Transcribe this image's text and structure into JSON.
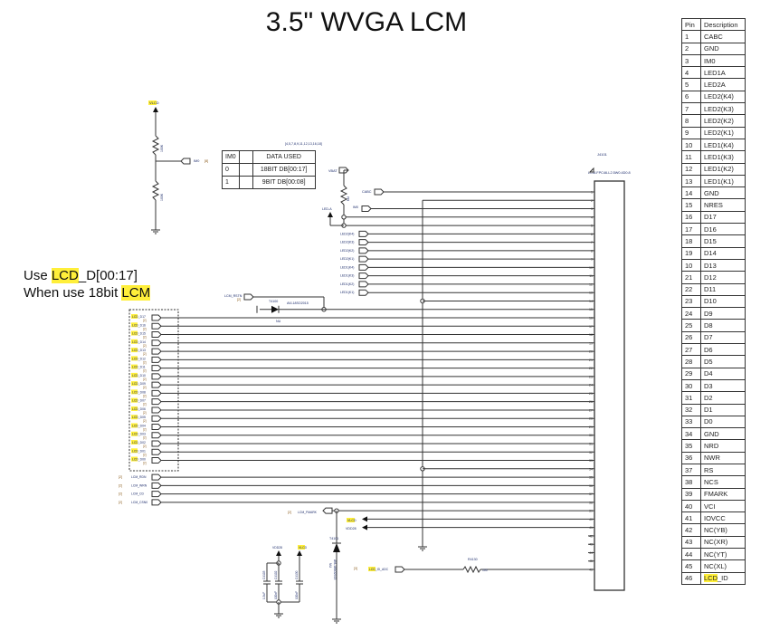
{
  "title": "3.5\" WVGA LCM",
  "note": {
    "line1_pre": "Use ",
    "line1_hl": "LCD",
    "line1_post": "_D[00:17]",
    "line2_pre": "When use 18bit ",
    "line2_hl": "LCM"
  },
  "pin_table": {
    "headers": [
      "Pin",
      "Description"
    ],
    "rows": [
      [
        "1",
        "CABC"
      ],
      [
        "2",
        "GND"
      ],
      [
        "3",
        "IM0"
      ],
      [
        "4",
        "LED1A"
      ],
      [
        "5",
        "LED2A"
      ],
      [
        "6",
        "LED2(K4)"
      ],
      [
        "7",
        "LED2(K3)"
      ],
      [
        "8",
        "LED2(K2)"
      ],
      [
        "9",
        "LED2(K1)"
      ],
      [
        "10",
        "LED1(K4)"
      ],
      [
        "11",
        "LED1(K3)"
      ],
      [
        "12",
        "LED1(K2)"
      ],
      [
        "13",
        "LED1(K1)"
      ],
      [
        "14",
        "GND"
      ],
      [
        "15",
        "NRES"
      ],
      [
        "16",
        "D17"
      ],
      [
        "17",
        "D16"
      ],
      [
        "18",
        "D15"
      ],
      [
        "19",
        "D14"
      ],
      [
        "10",
        "D13"
      ],
      [
        "21",
        "D12"
      ],
      [
        "22",
        "D11"
      ],
      [
        "23",
        "D10"
      ],
      [
        "24",
        "D9"
      ],
      [
        "25",
        "D8"
      ],
      [
        "26",
        "D7"
      ],
      [
        "27",
        "D6"
      ],
      [
        "28",
        "D5"
      ],
      [
        "29",
        "D4"
      ],
      [
        "30",
        "D3"
      ],
      [
        "31",
        "D2"
      ],
      [
        "32",
        "D1"
      ],
      [
        "33",
        "D0"
      ],
      [
        "34",
        "GND"
      ],
      [
        "35",
        "NRD"
      ],
      [
        "36",
        "NWR"
      ],
      [
        "37",
        "RS"
      ],
      [
        "38",
        "NCS"
      ],
      [
        "39",
        "FMARK"
      ],
      [
        "40",
        "VCI"
      ],
      [
        "41",
        "IOVCC"
      ],
      [
        "42",
        "NC(YB)"
      ],
      [
        "43",
        "NC(XR)"
      ],
      [
        "44",
        "NC(YT)"
      ],
      [
        "45",
        "NC(XL)"
      ],
      [
        "46",
        "LCD_ID"
      ]
    ]
  },
  "im0_table": {
    "header": [
      "IM0",
      "",
      "DATA USED"
    ],
    "rows": [
      [
        "0",
        "",
        "18BIT DB[00:17]"
      ],
      [
        "1",
        "",
        "9BIT DB[00:08]"
      ]
    ],
    "ref": "[4,5,7,8,9,11,12,13,16,18]"
  },
  "connector": {
    "ref": "J4101",
    "part": "LCM-FPC46-L2.5W0.4D0.8"
  },
  "nets": {
    "vlcd": "VLCD",
    "vdd28": "VDD28",
    "vbat": "VBAT",
    "cabc": "CABC",
    "im0": "IM0",
    "im0_ref": "[8]",
    "led_a": "LED-A",
    "lcm_rstn": "LCM_RSTN",
    "lcm_rstn_ref": "[2]",
    "lcm_fmark": "LCM_FMARK",
    "lcd_id_adc": "LCD_ID_ADC",
    "ref2": "[2]",
    "ref3": "[3]",
    "led_k": [
      "LED2(K4)",
      "LED2(K3)",
      "LED2(K2)",
      "LED2(K1)",
      "LED1(K4)",
      "LED1(K3)",
      "LED1(K2)",
      "LED1(K1)"
    ],
    "data": [
      "LCD_D17",
      "LCD_D16",
      "LCD_D15",
      "LCD_D14",
      "LCD_D13",
      "LCD_D12",
      "LCD_D11",
      "LCD_D10",
      "LCD_D09",
      "LCD_D08",
      "LCD_D07",
      "LCD_D06",
      "LCD_D05",
      "LCD_D04",
      "LCD_D03",
      "LCD_D02",
      "LCD_D01",
      "LCD_D00"
    ],
    "ctrl": [
      "LCM_RDN",
      "LCM_WRN",
      "LCM_CD",
      "LCM_CSN0"
    ]
  },
  "components": {
    "t4100": "T4100",
    "t4100_part": "AVL18SO2015",
    "t4101": "T4101",
    "t4101_part": "AVL18SO2015",
    "nu": "NU",
    "r4130": "R4130",
    "r4130_val": "100",
    "r_top": "100K",
    "r_bot": "100K",
    "r_vbat": "NU",
    "c1": "C4103",
    "c1_val": "1.5uF",
    "c2": "C4102",
    "c2_val": "100nF",
    "c3": "C4130",
    "c3_val": "100nF"
  },
  "colors": {
    "wire": "#333333",
    "highlight": "#ffef3a",
    "label": "#1a2a6a",
    "ref": "#8a5a1a"
  }
}
